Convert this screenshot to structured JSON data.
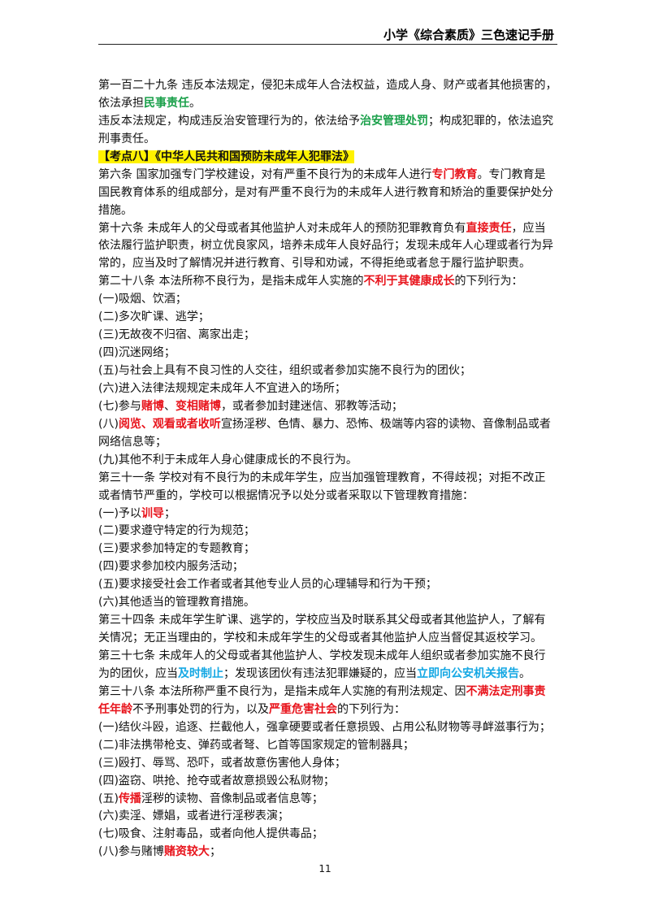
{
  "header": {
    "title": "小学《综合素质》三色速记手册"
  },
  "colors": {
    "green": "#1aa04a",
    "red": "#e8141c",
    "blue": "#15a8e4",
    "highlight": "#fff200"
  },
  "lines": [
    [
      {
        "t": "第一百二十九条 违反本法规定，侵犯未成年人合法权益，造成人身、财产或者其他损害的，"
      }
    ],
    [
      {
        "t": "依法承担"
      },
      {
        "t": "民事责任",
        "c": "g"
      },
      {
        "t": "。"
      }
    ],
    [
      {
        "t": "违反本法规定，构成违反治安管理行为的，依法给予"
      },
      {
        "t": "治安管理处罚",
        "c": "g"
      },
      {
        "t": "；构成犯罪的，依法追究"
      }
    ],
    [
      {
        "t": "刑事责任。"
      }
    ],
    [
      {
        "t": "【考点八】《中华人民共和国预防未成年人犯罪法》",
        "c": "hl"
      }
    ],
    [
      {
        "t": "第六条 国家加强专门学校建设，对有严重不良行为的未成年人进行"
      },
      {
        "t": "专门教育",
        "c": "r"
      },
      {
        "t": "。专门教育是"
      }
    ],
    [
      {
        "t": "国民教育体系的组成部分，是对有严重不良行为的未成年人进行教育和矫治的重要保护处分"
      }
    ],
    [
      {
        "t": "措施。"
      }
    ],
    [
      {
        "t": "第十六条 未成年人的父母或者其他监护人对未成年人的预防犯罪教育负有"
      },
      {
        "t": "直接责任",
        "c": "r"
      },
      {
        "t": "，应当"
      }
    ],
    [
      {
        "t": "依法履行监护职责，树立优良家风，培养未成年人良好品行；发现未成年人心理或者行为异"
      }
    ],
    [
      {
        "t": "常的，应当及时了解情况并进行教育、引导和劝诫，不得拒绝或者怠于履行监护职责。"
      }
    ],
    [
      {
        "t": "第二十八条 本法所称不良行为，是指未成年人实施的"
      },
      {
        "t": "不利于其健康成长",
        "c": "r"
      },
      {
        "t": "的下列行为："
      }
    ],
    [
      {
        "t": "(一)吸烟、饮酒；"
      }
    ],
    [
      {
        "t": "(二)多次旷课、逃学；"
      }
    ],
    [
      {
        "t": "(三)无故夜不归宿、离家出走；"
      }
    ],
    [
      {
        "t": "(四)沉迷网络；"
      }
    ],
    [
      {
        "t": "(五)与社会上具有不良习性的人交往，组织或者参加实施不良行为的团伙；"
      }
    ],
    [
      {
        "t": "(六)进入法律法规规定未成年人不宜进入的场所；"
      }
    ],
    [
      {
        "t": "(七)参与"
      },
      {
        "t": "赌博",
        "c": "r"
      },
      {
        "t": "、"
      },
      {
        "t": "变相赌博",
        "c": "r"
      },
      {
        "t": "，或者参加封建迷信、邪教等活动；"
      }
    ],
    [
      {
        "t": "(八)"
      },
      {
        "t": "阅览、观看或者收听",
        "c": "r"
      },
      {
        "t": "宣扬淫秽、色情、暴力、恐怖、极端等内容的读物、音像制品或者"
      }
    ],
    [
      {
        "t": "网络信息等；"
      }
    ],
    [
      {
        "t": "(九)其他不利于未成年人身心健康成长的不良行为。"
      }
    ],
    [
      {
        "t": "第三十一条 学校对有不良行为的未成年学生，应当加强管理教育，不得歧视；对拒不改正"
      }
    ],
    [
      {
        "t": "或者情节严重的，学校可以根据情况予以处分或者采取以下管理教育措施："
      }
    ],
    [
      {
        "t": "(一)予以"
      },
      {
        "t": "训导",
        "c": "r"
      },
      {
        "t": "；"
      }
    ],
    [
      {
        "t": "(二)要求遵守特定的行为规范；"
      }
    ],
    [
      {
        "t": "(三)要求参加特定的专题教育；"
      }
    ],
    [
      {
        "t": "(四)要求参加校内服务活动；"
      }
    ],
    [
      {
        "t": "(五)要求接受社会工作者或者其他专业人员的心理辅导和行为干预；"
      }
    ],
    [
      {
        "t": "(六)其他适当的管理教育措施。"
      }
    ],
    [
      {
        "t": "第三十四条 未成年学生旷课、逃学的，学校应当及时联系其父母或者其他监护人，了解有"
      }
    ],
    [
      {
        "t": "关情况；无正当理由的，学校和未成年学生的父母或者其他监护人应当督促其返校学习。"
      }
    ],
    [
      {
        "t": "第三十七条 未成年人的父母或者其他监护人、学校发现未成年人组织或者参加实施不良行"
      }
    ],
    [
      {
        "t": "为的团伙，应当"
      },
      {
        "t": "及时制止",
        "c": "b"
      },
      {
        "t": "；发现该团伙有违法犯罪嫌疑的，应当"
      },
      {
        "t": "立即向公安机关报告",
        "c": "b"
      },
      {
        "t": "。"
      }
    ],
    [
      {
        "t": "第三十八条 本法所称严重不良行为，是指未成年人实施的有刑法规定、因"
      },
      {
        "t": "不满法定刑事责",
        "c": "r"
      }
    ],
    [
      {
        "t": "任年龄",
        "c": "r"
      },
      {
        "t": "不予刑事处罚的行为，以及"
      },
      {
        "t": "严重危害社会",
        "c": "r"
      },
      {
        "t": "的下列行为："
      }
    ],
    [
      {
        "t": "(一)结伙斗殴，追逐、拦截他人，强拿硬要或者任意损毁、占用公私财物等寻衅滋事行为；"
      }
    ],
    [
      {
        "t": "(二)非法携带枪支、弹药或者弩、匕首等国家规定的管制器具；"
      }
    ],
    [
      {
        "t": "(三)殴打、辱骂、恐吓，或者故意伤害他人身体；"
      }
    ],
    [
      {
        "t": "(四)盗窃、哄抢、抢夺或者故意损毁公私财物；"
      }
    ],
    [
      {
        "t": "(五)"
      },
      {
        "t": "传播",
        "c": "r"
      },
      {
        "t": "淫秽的读物、音像制品或者信息等；"
      }
    ],
    [
      {
        "t": "(六)卖淫、嫖娼，或者进行淫秽表演；"
      }
    ],
    [
      {
        "t": "(七)吸食、注射毒品，或者向他人提供毒品；"
      }
    ],
    [
      {
        "t": "(八)参与赌博"
      },
      {
        "t": "赌资较大",
        "c": "r"
      },
      {
        "t": "；"
      }
    ]
  ],
  "page_number": "11"
}
